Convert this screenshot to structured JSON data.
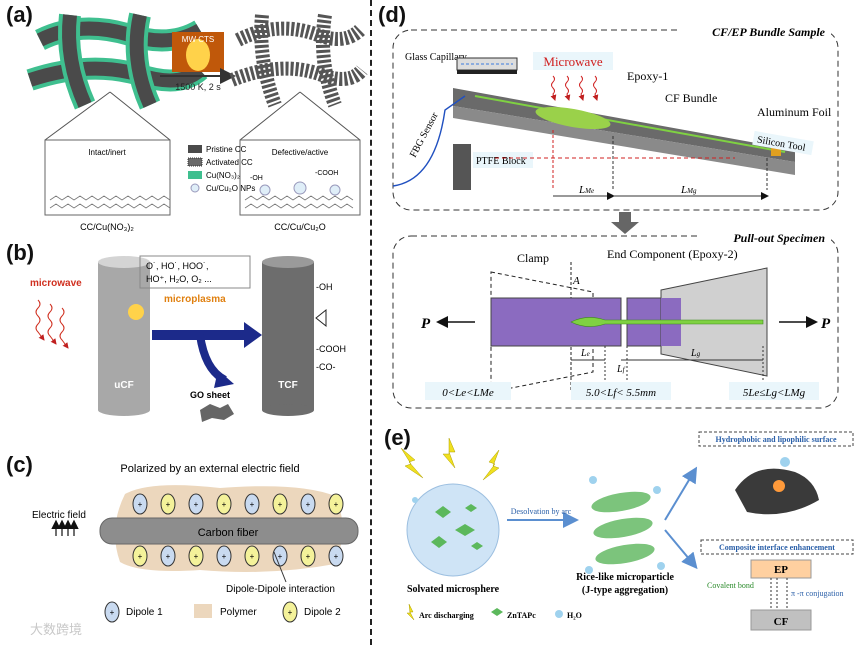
{
  "panel_a": {
    "label": "(a)",
    "heat_box_label": "MW CTS",
    "arrow_label": "1500 K,   2 s",
    "left_zoom_title": "Intact/inert",
    "right_zoom_title": "Defective/active",
    "left_caption": "CC/Cu(NO₃)₂",
    "right_caption": "CC/Cu/Cu₂O",
    "groups": [
      "-OH",
      "-COOH"
    ],
    "legend": [
      {
        "name": "Pristine CC",
        "color": "#4a4a4a"
      },
      {
        "name": "Activated CC",
        "color": "#6a6a6a"
      },
      {
        "name": "Cu(NO₃)₂",
        "color": "#3fbf8f"
      },
      {
        "name": "Cu/Cu₂O NPs",
        "color": "#dfeef8"
      }
    ]
  },
  "panel_b": {
    "label": "(b)",
    "microwave": "microwave",
    "species_1": "O˙, HO˙, HOO˙,",
    "species_2": "HO⁺, H₂O, O₂ ...",
    "microplasma": "microplasma",
    "ucf": "uCF",
    "tcf": "TCF",
    "go_sheet": "GO sheet",
    "groups": [
      "-OH",
      "-COOH",
      "-CO-"
    ]
  },
  "panel_c": {
    "label": "(c)",
    "title": "Polarized by an external electric field",
    "electric_field": "Electric field",
    "carbon_fiber": "Carbon fiber",
    "interaction": "Dipole-Dipole interaction",
    "legend": [
      {
        "name": "Dipole 1",
        "color": "#c9daf0"
      },
      {
        "name": "Polymer",
        "color": "#ecd7bd"
      },
      {
        "name": "Dipole 2",
        "color": "#f4f29a"
      }
    ]
  },
  "panel_d": {
    "label": "(d)",
    "top_title": "CF/EP Bundle Sample",
    "glass_capillary": "Glass\nCapillary",
    "microwave": "Microwave",
    "epoxy1": "Epoxy-1",
    "cf_bundle": "CF Bundle",
    "aluminum_foil": "Aluminum Foil",
    "fbg_sensor": "FBG Sensor",
    "silicon_tool": "Silicon Tool",
    "ptfe_block": "PTFE Block",
    "l_me": "L",
    "l_me_sub": "Me",
    "l_mg": "L",
    "l_mg_sub": "Mg",
    "bottom_title": "Pull-out Specimen",
    "clamp": "Clamp",
    "end_component": "End Component (Epoxy-2)",
    "a_label": "A",
    "p_left": "P",
    "p_right": "P",
    "le": "L",
    "le_sub": "e",
    "lf": "L",
    "lf_sub": "f",
    "lg": "L",
    "lg_sub": "g",
    "cond1": "0<Le<LMe",
    "cond2": "5.0<Lf< 5.5mm",
    "cond3": "5Le≤Lg<LMg"
  },
  "panel_e": {
    "label": "(e)",
    "hydrophobic": "Hydrophobic and lipophilic surface",
    "desolvation": "Desolvation by arc",
    "composite": "Composite interface enhancement",
    "ep": "EP",
    "cf": "CF",
    "covalent": "Covalent bond",
    "pi": "π -π conjugation",
    "solvated": "Solvated microsphere",
    "rice_1": "Rice-like microparticle",
    "rice_2": "(J-type aggregation)",
    "legend": [
      "Arc discharging",
      "ZnTAPc",
      "H₂O"
    ]
  },
  "watermark": "大数跨境",
  "colors": {
    "purple": "#8b6bc0",
    "green": "#7fd142",
    "epoxy": "#9ad14a"
  }
}
